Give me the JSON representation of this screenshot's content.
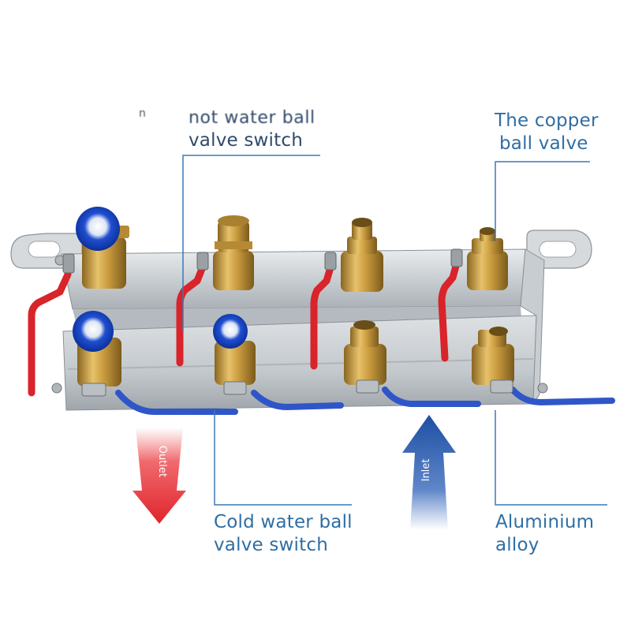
{
  "labels": {
    "hot_water_line1": "not water ball",
    "hot_water_line2": "valve switch",
    "copper_line1": "The copper",
    "copper_line2": "ball valve",
    "cold_line1": "Cold water ball",
    "cold_line2": "valve switch",
    "aluminium_line1": "Aluminium",
    "aluminium_line2": "alloy",
    "outlet": "Outlet",
    "inlet": "Inlet",
    "faint_mark": "n"
  },
  "colors": {
    "hot_handle": "#d8242a",
    "cold_handle": "#2f56c9",
    "outlet_arrow": "#e0242c",
    "inlet_arrow": "#1d4fa3",
    "brass": "#c9a14a",
    "aluminium": "#cfd3d6",
    "label_text": "#2f6ea3",
    "leader_line": "#3a78b8"
  }
}
